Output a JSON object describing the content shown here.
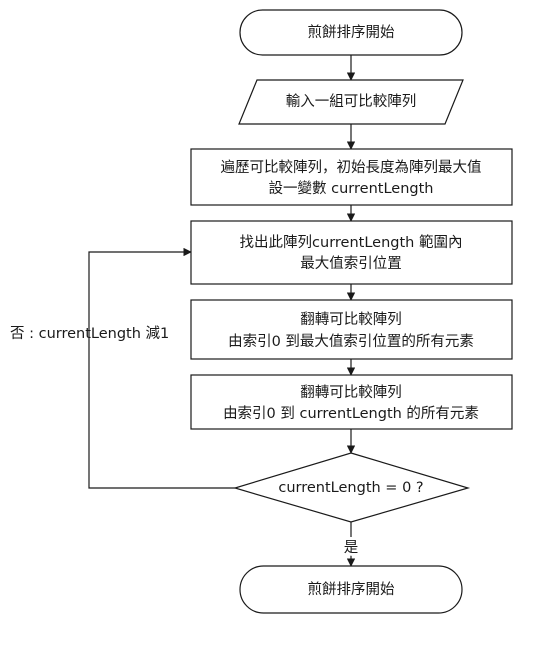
{
  "flowchart": {
    "start": "煎餅排序開始",
    "input": "輸入一組可比較陣列",
    "init": {
      "line1": "遍歷可比較陣列，初始長度為陣列最大值",
      "line2": "設一變數 currentLength"
    },
    "find_max": {
      "line1": "找出此陣列currentLength 範圍內",
      "line2": "最大值索引位置"
    },
    "flip_max": {
      "line1": "翻轉可比較陣列",
      "line2": "由索引0 到最大值索引位置的所有元素"
    },
    "flip_length": {
      "line1": "翻轉可比較陣列",
      "line2": "由索引0 到 currentLength 的所有元素"
    },
    "decision": "currentLength = 0 ?",
    "no_label": "否 : currentLength 減1",
    "yes_label": "是",
    "end": "煎餅排序開始"
  }
}
